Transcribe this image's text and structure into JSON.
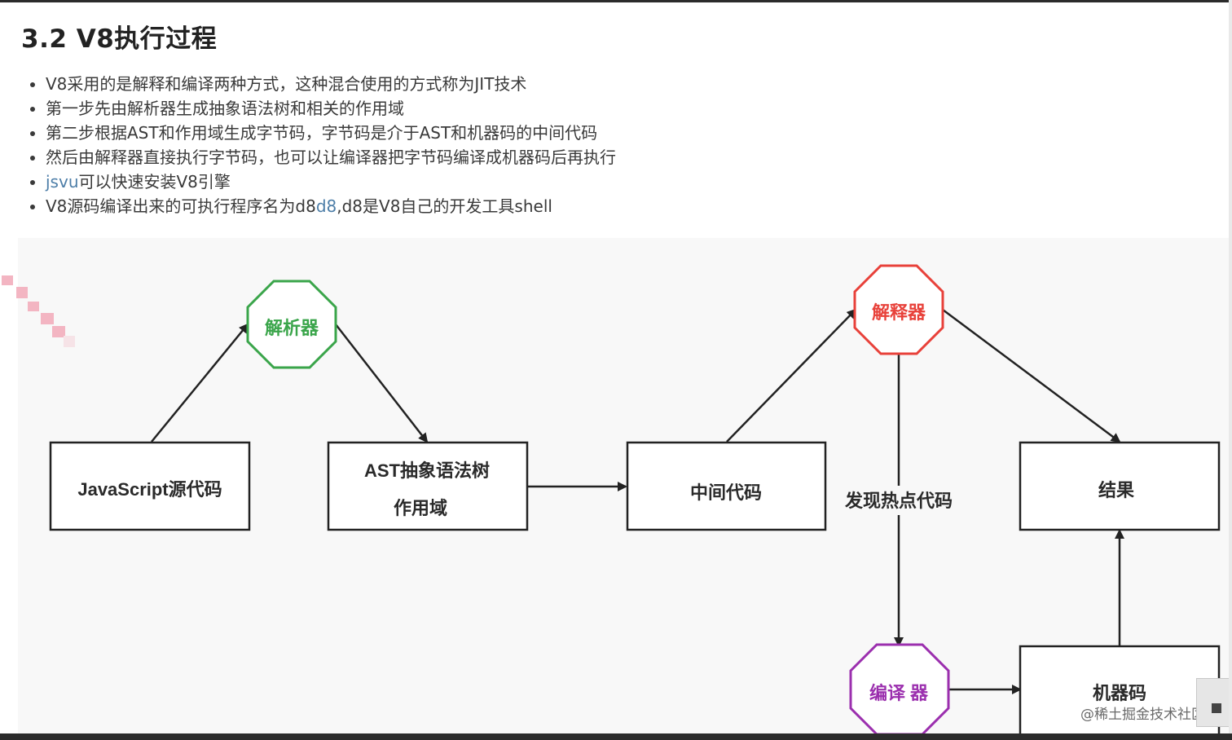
{
  "title": "3.2 V8执行过程",
  "bullets": [
    {
      "text": "V8采用的是解释和编译两种方式，这种混合使用的方式称为JIT技术"
    },
    {
      "text": "第一步先由解析器生成抽象语法树和相关的作用域"
    },
    {
      "text": "第二步根据AST和作用域生成字节码，字节码是介于AST和机器码的中间代码"
    },
    {
      "text": "然后由解释器直接执行字节码，也可以让编译器把字节码编译成机器码后再执行"
    },
    {
      "link": "jsvu",
      "text": "可以快速安装V8引擎"
    },
    {
      "text_before": "V8源码编译出来的可执行程序名为d8",
      "link": "d8",
      "text_after": ",d8是V8自己的开发工具shell"
    }
  ],
  "diagram": {
    "boxes": {
      "js_source": "JavaScript源代码",
      "ast_line1": "AST抽象语法树",
      "ast_line2": "作用域",
      "intermediate": "中间代码",
      "result": "结果",
      "machine_code": "机器码"
    },
    "octagons": {
      "parser": {
        "label": "解析器",
        "color": "#3aa54a"
      },
      "interpreter": {
        "label": "解释器",
        "color": "#e8413a"
      },
      "compiler": {
        "label": "编译 器",
        "color": "#9b2fae"
      }
    },
    "edge_label": "发现热点代码"
  },
  "watermark": "@稀土掘金技术社区"
}
